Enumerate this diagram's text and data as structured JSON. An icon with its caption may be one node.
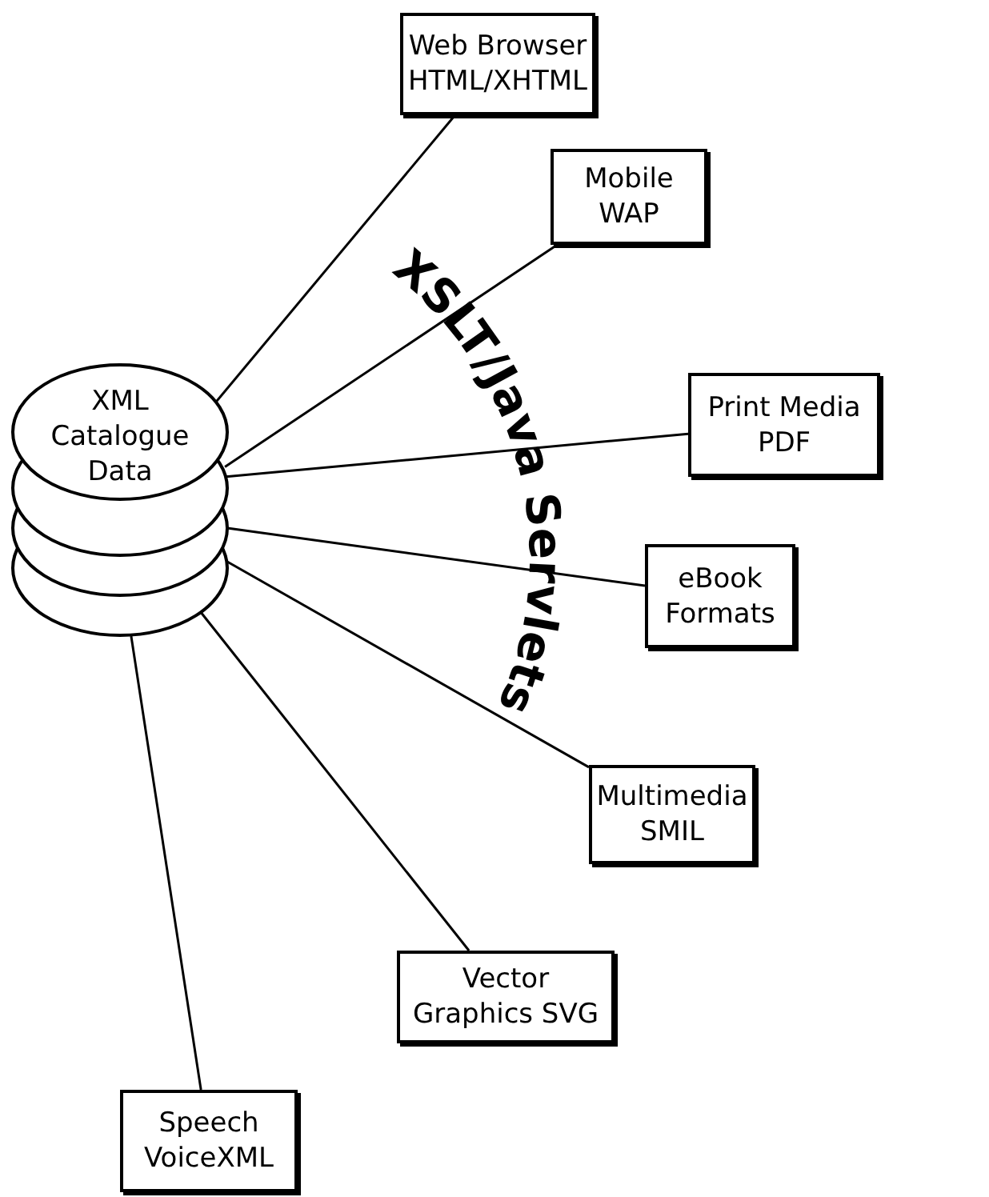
{
  "diagram": {
    "nodes": [
      {
        "text": [
          "XML Catalogue Data"
        ]
      },
      {
        "text": [
          "Web Browser HTML/XHTML"
        ]
      },
      {
        "text": [
          "Mobile WAP"
        ]
      },
      {
        "text": [
          "Print Media PDF"
        ]
      },
      {
        "text": [
          "eBook Formats"
        ]
      },
      {
        "text": [
          "Multimedia SMIL"
        ]
      },
      {
        "text": [
          "Vector Graphics SVG"
        ]
      },
      {
        "text": [
          "Speech VoiceXML"
        ]
      }
    ],
    "edges": [
      {
        "from": 0,
        "to": 1,
        "arrow": "none"
      },
      {
        "from": 0,
        "to": 2,
        "arrow": "none"
      },
      {
        "from": 0,
        "to": 3,
        "arrow": "none"
      },
      {
        "from": 0,
        "to": 4,
        "arrow": "none"
      },
      {
        "from": 0,
        "to": 5,
        "arrow": "none"
      },
      {
        "from": 0,
        "to": 6,
        "arrow": "none"
      },
      {
        "from": 0,
        "to": 7,
        "arrow": "none"
      }
    ],
    "labels": [
      "XSLT/Java Servlets"
    ]
  }
}
